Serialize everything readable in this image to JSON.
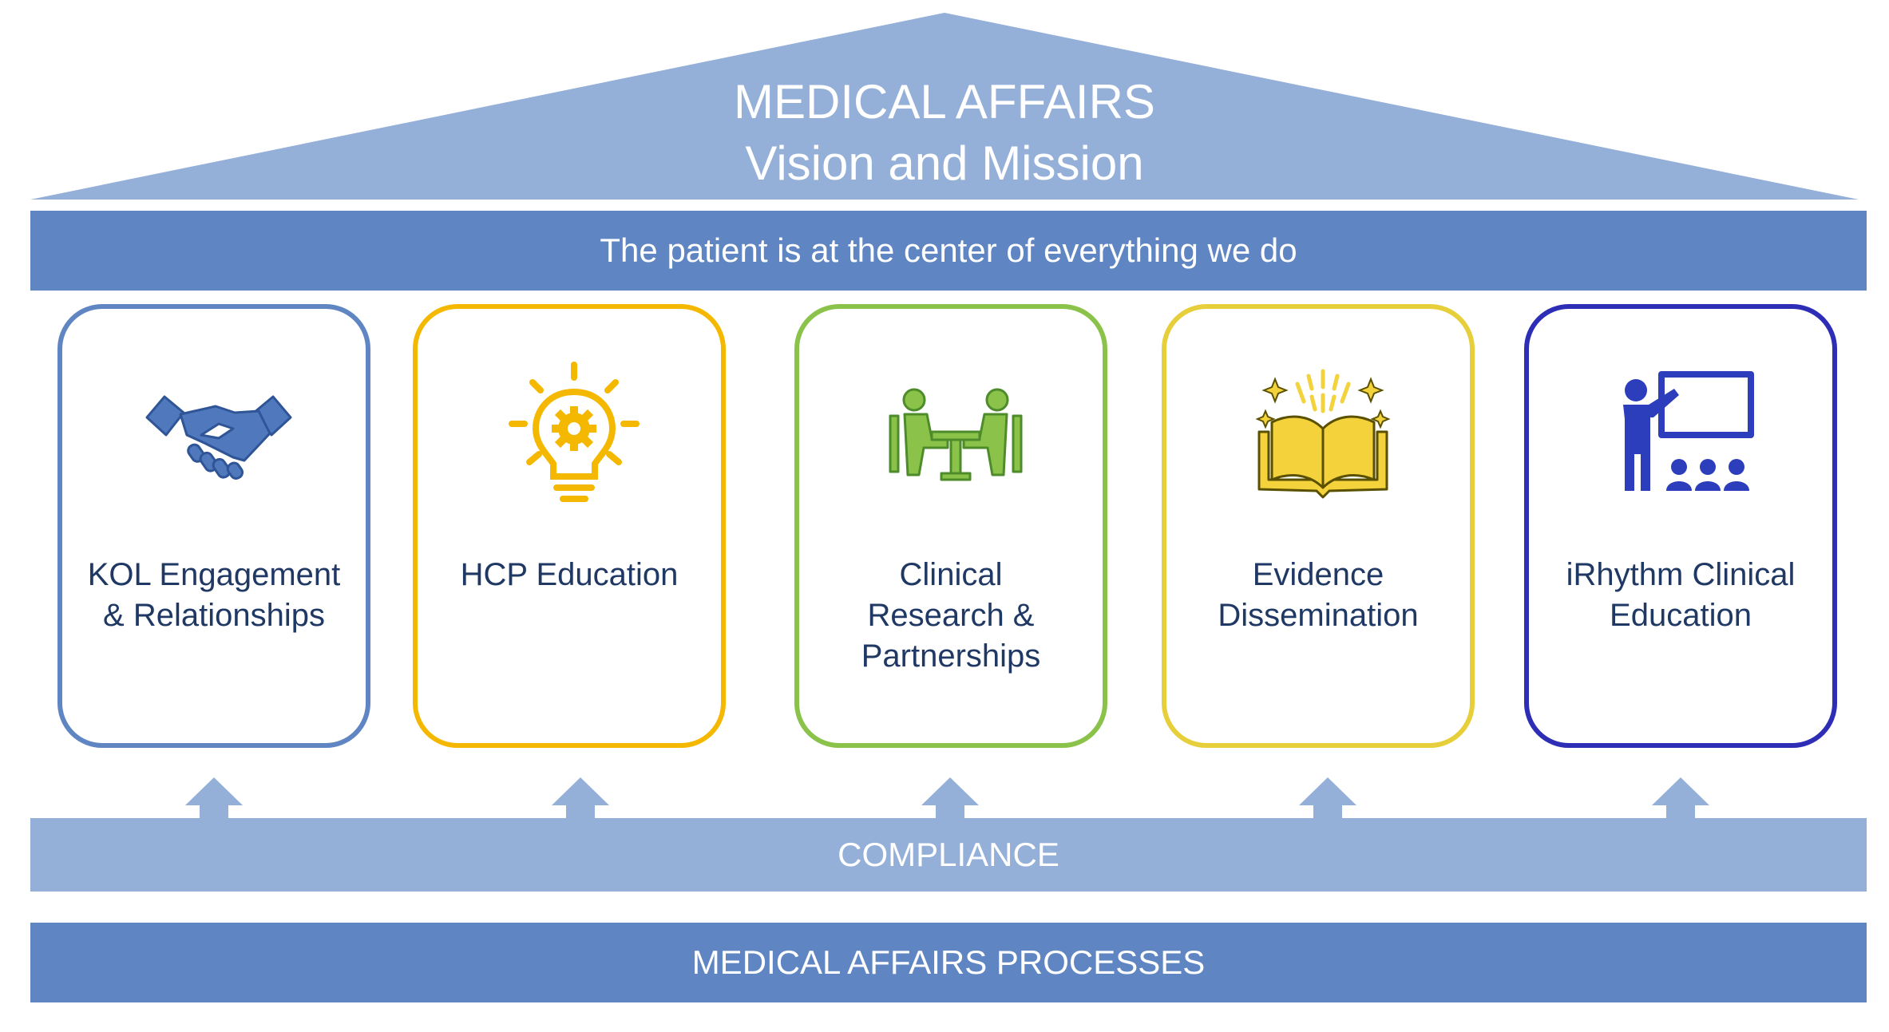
{
  "roof": {
    "title_line1": "MEDICAL AFFAIRS",
    "title_line2": "Vision and Mission",
    "color": "#94afd8"
  },
  "patient_band": {
    "text": "The patient is at the center of everything we do",
    "color": "#5f86c2"
  },
  "pillars": [
    {
      "label": "KOL Engagement\n& Relationships",
      "icon": "handshake-icon",
      "border_color": "#5f86c2"
    },
    {
      "label": "HCP Education",
      "icon": "lightbulb-gear-icon",
      "border_color": "#f5b800"
    },
    {
      "label": "Clinical\nResearch &\nPartnerships",
      "icon": "meeting-table-icon",
      "border_color": "#8bc34a"
    },
    {
      "label": "Evidence\nDissemination",
      "icon": "open-book-icon",
      "border_color": "#e6cf3a"
    },
    {
      "label": "iRhythm Clinical\nEducation",
      "icon": "teacher-board-icon",
      "border_color": "#2d2db5"
    }
  ],
  "compliance_band": {
    "text": "COMPLIANCE",
    "color": "#94afd8"
  },
  "processes_band": {
    "text": "MEDICAL AFFAIRS PROCESSES",
    "color": "#5f86c2"
  }
}
